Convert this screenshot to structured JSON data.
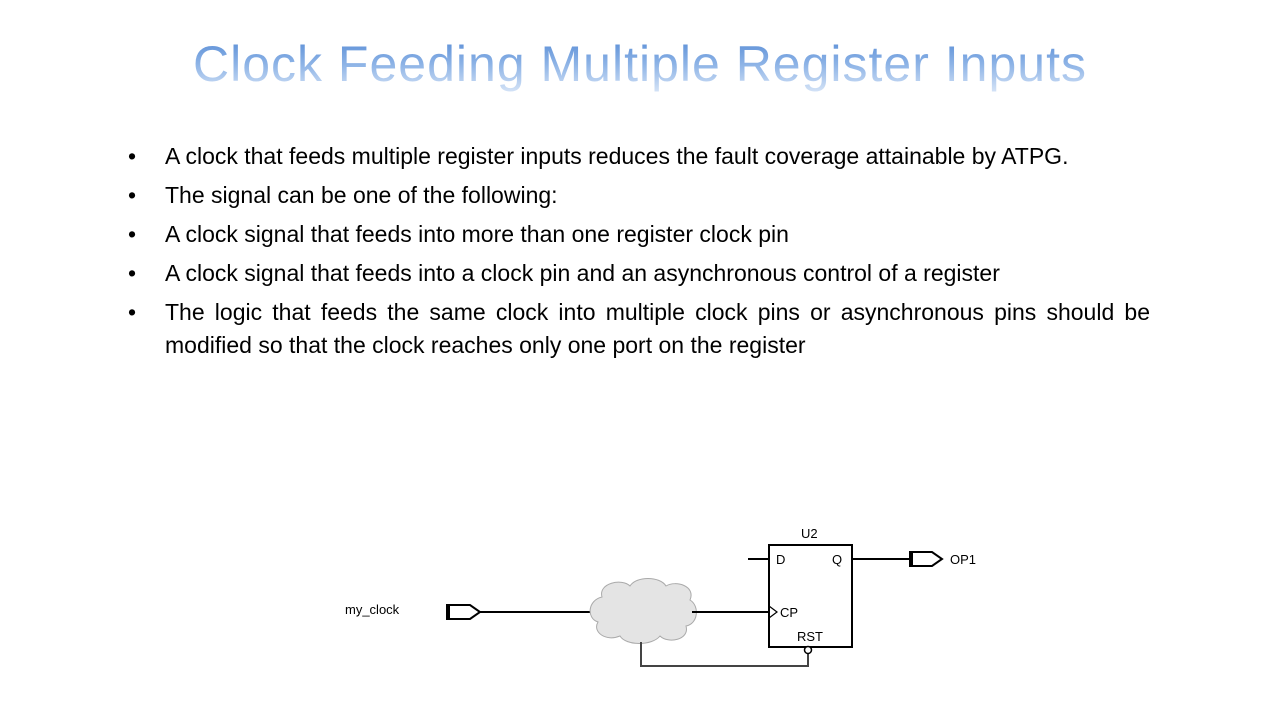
{
  "title": "Clock Feeding Multiple Register Inputs",
  "bullets": [
    "A clock that feeds multiple register inputs reduces the fault coverage attainable by ATPG.",
    "The signal can be one of the following:",
    "A clock signal that feeds into more than one register clock pin",
    "A clock signal that feeds into a clock pin and an asynchronous control of a register",
    "The logic that feeds the same clock into multiple clock pins or asynchronous pins should be modified so that the clock reaches only one port on the register"
  ],
  "bullet_symbol": "•",
  "diagram": {
    "input_label": "my_clock",
    "register_name": "U2",
    "pin_d": "D",
    "pin_q": "Q",
    "pin_cp": "CP",
    "pin_rst": "RST",
    "output_label": "OP1"
  }
}
